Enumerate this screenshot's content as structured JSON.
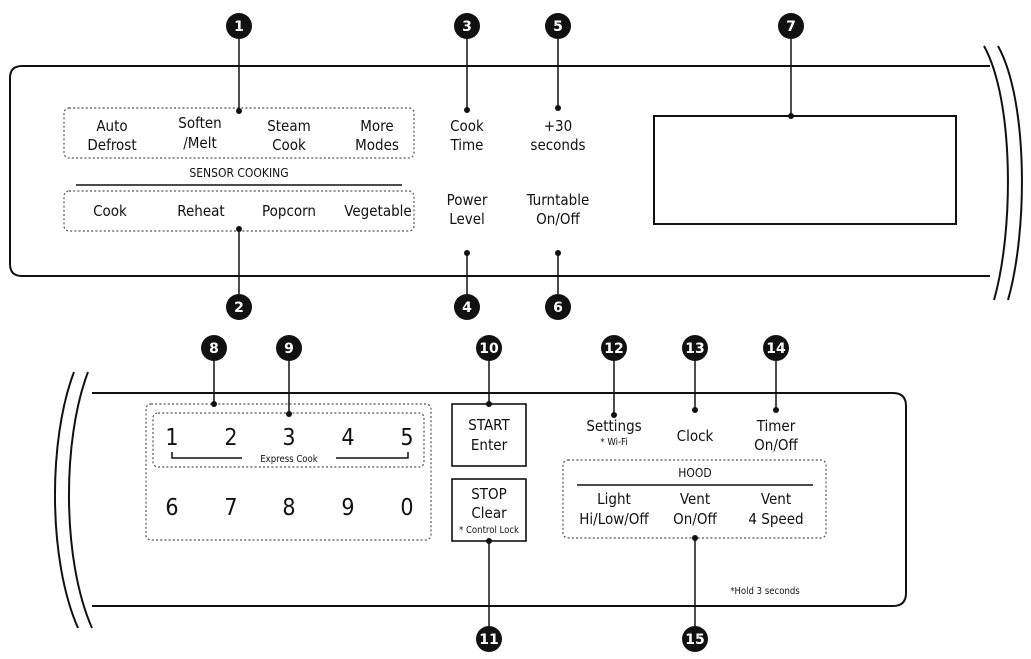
{
  "callouts": [
    "1",
    "2",
    "3",
    "4",
    "5",
    "6",
    "7",
    "8",
    "9",
    "10",
    "11",
    "12",
    "13",
    "14",
    "15"
  ],
  "top_panel": {
    "sensor_cooking_title": "SENSOR COOKING",
    "group1": [
      {
        "line1": "Auto",
        "line2": "Defrost"
      },
      {
        "line1": "Soften",
        "line2": "/Melt"
      },
      {
        "line1": "Steam",
        "line2": "Cook"
      },
      {
        "line1": "More",
        "line2": "Modes"
      }
    ],
    "group2": [
      "Cook",
      "Reheat",
      "Popcorn",
      "Vegetable"
    ],
    "cook_time": {
      "line1": "Cook",
      "line2": "Time"
    },
    "plus30": {
      "line1": "+30",
      "line2": "seconds"
    },
    "power_level": {
      "line1": "Power",
      "line2": "Level"
    },
    "turntable": {
      "line1": "Turntable",
      "line2": "On/Off"
    }
  },
  "bottom_panel": {
    "row1": [
      "1",
      "2",
      "3",
      "4",
      "5"
    ],
    "row2": [
      "6",
      "7",
      "8",
      "9",
      "0"
    ],
    "express_cook": "Express Cook",
    "start": {
      "line1": "START",
      "line2": "Enter"
    },
    "stop": {
      "line1": "STOP",
      "line2": "Clear",
      "note": "* Control Lock"
    },
    "settings": {
      "line1": "Settings",
      "note": "* Wi-Fi"
    },
    "clock": "Clock",
    "timer": {
      "line1": "Timer",
      "line2": "On/Off"
    },
    "hood_title": "HOOD",
    "hood": [
      {
        "line1": "Light",
        "line2": "Hi/Low/Off"
      },
      {
        "line1": "Vent",
        "line2": "On/Off"
      },
      {
        "line1": "Vent",
        "line2": "4 Speed"
      }
    ],
    "hold_note": "*Hold 3 seconds"
  }
}
